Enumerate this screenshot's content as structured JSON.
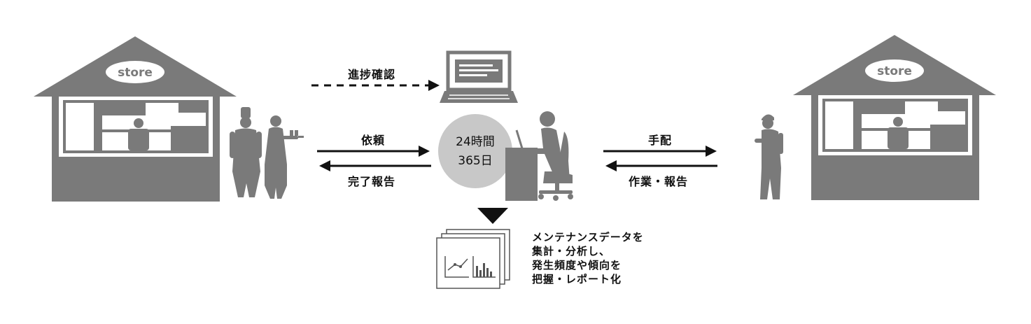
{
  "left_store": {
    "sign": "store"
  },
  "right_store": {
    "sign": "store"
  },
  "flows": {
    "progress": "進捗確認",
    "request": "依頼",
    "complete_report": "完了報告",
    "arrange": "手配",
    "work_report": "作業・報告"
  },
  "center": {
    "line1": "24時間",
    "line2": "365日"
  },
  "note": {
    "lines": [
      "メンテナンスデータを",
      "集計・分析し、",
      "発生頻度や傾向を",
      "把握・レポート化"
    ]
  },
  "colors": {
    "building": "#7a7a7a",
    "figure": "#7a7a7a",
    "circle": "#c8c8c8",
    "arrow": "#111111"
  }
}
